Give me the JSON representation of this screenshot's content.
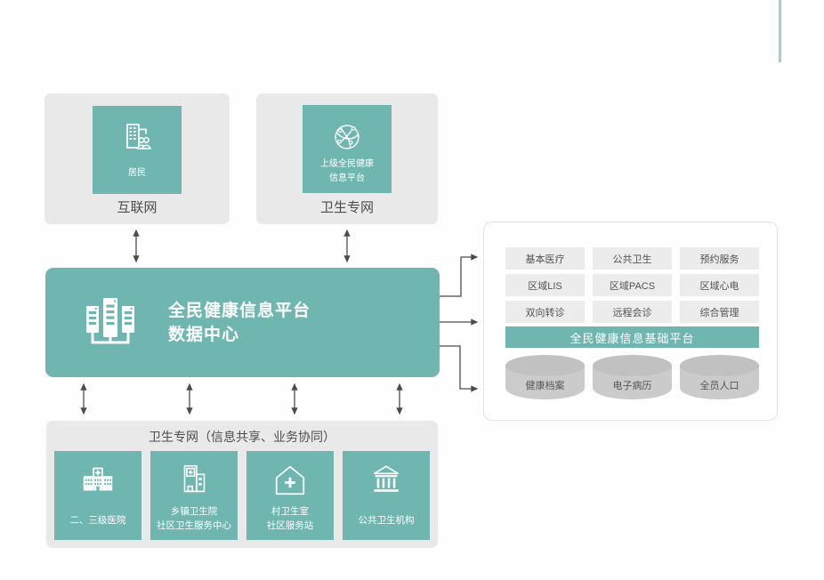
{
  "colors": {
    "teal": "#6FB6B0",
    "container_gray": "#E9E9E9",
    "chip_gray": "#ECECEC",
    "cylinder_gray": "#CBCBCB",
    "arrow_gray": "#4C4C4C",
    "text_dark": "#4D4D4D",
    "accent_line": "#A7CED1"
  },
  "top_nodes": [
    {
      "label": "互联网",
      "icon": "residents-building-icon",
      "tile_lines": [
        "居民"
      ]
    },
    {
      "label": "卫生专网",
      "icon": "globe-network-icon",
      "tile_lines": [
        "上级全民健康",
        "信息平台"
      ]
    }
  ],
  "center_node": {
    "icon": "server-racks-icon",
    "title_lines": [
      "全民健康信息平台",
      "数据中心"
    ]
  },
  "right_panel": {
    "apps": [
      "基本医疗",
      "公共卫生",
      "预约服务",
      "区域LIS",
      "区域PACS",
      "区域心电",
      "双向转诊",
      "远程会诊",
      "综合管理"
    ],
    "platform_bar": "全民健康信息基础平台",
    "databases": [
      "健康档案",
      "电子病历",
      "全员人口"
    ]
  },
  "bottom_section": {
    "title": "卫生专网（信息共享、业务协同）",
    "nodes": [
      {
        "icon": "hospital-icon",
        "label_lines": [
          "二、三级医院"
        ]
      },
      {
        "icon": "health-center-icon",
        "label_lines": [
          "乡镇卫生院",
          "社区卫生服务中心"
        ]
      },
      {
        "icon": "village-clinic-icon",
        "label_lines": [
          "村卫生室",
          "社区服务站"
        ]
      },
      {
        "icon": "public-health-institution-icon",
        "label_lines": [
          "公共卫生机构"
        ]
      }
    ]
  }
}
